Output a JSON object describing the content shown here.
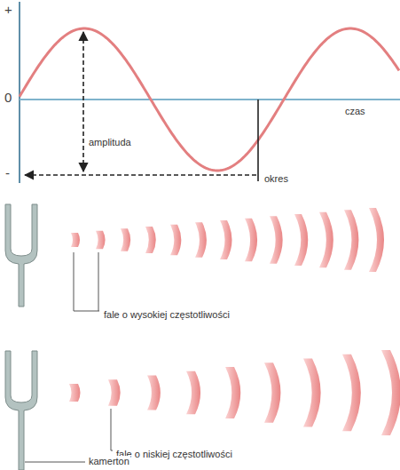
{
  "diagram": {
    "labels": [
      "+",
      "0",
      "-",
      "czas",
      "amplituda",
      "okres",
      "fale o wysokiej częstotliwości",
      "fale o niskiej częstotliwości",
      "kamerton"
    ]
  }
}
